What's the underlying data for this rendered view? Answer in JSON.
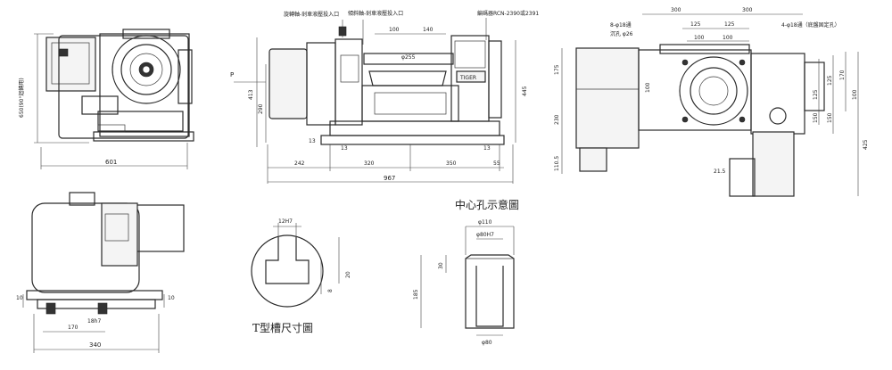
{
  "views": {
    "side_left": {
      "dims": {
        "width": "601",
        "height": "650(90°迴轉用)"
      }
    },
    "front": {
      "labels": {
        "tilt_axis_brake": "旋轉軸-剎車液壓投入口",
        "tilt_axis_brake2": "傾斜軸-剎車液壓投入口",
        "encoder": "編碼器RCN-2390或2391",
        "p_marker": "P",
        "brand": "TIGER"
      },
      "dims": {
        "total_width": "967",
        "seg_242": "242",
        "seg_320": "320",
        "seg_350": "350",
        "seg_55": "55",
        "top_100": "100",
        "top_140": "140",
        "phi_255": "φ255",
        "h_413": "413",
        "h_290": "290",
        "h_445": "445",
        "h_13": "13",
        "h_13b": "13",
        "h_13c": "13"
      }
    },
    "top_right": {
      "labels": {
        "hole_8": "8-φ18通",
        "counterbore": "沉孔 φ26",
        "hole_4": "4-φ18通（底盤固定孔）"
      },
      "dims": {
        "w_300a": "300",
        "w_300b": "300",
        "w_125a": "125",
        "w_125b": "125",
        "w_100a": "100",
        "w_100b": "100",
        "w_100c": "100",
        "h_175": "175",
        "h_230": "230",
        "h_110_5": "110.5",
        "h_125a": "125",
        "h_125b": "125",
        "h_150a": "150",
        "h_150b": "150",
        "h_170": "170",
        "h_100": "100",
        "h_425": "425",
        "h_21_5": "21.5"
      }
    },
    "bottom_left": {
      "dims": {
        "w_340": "340",
        "w_170": "170",
        "slot": "18h7",
        "side_10a": "10",
        "side_10b": "10"
      }
    },
    "tslot": {
      "title": "T型槽尺寸圖",
      "dims": {
        "w": "12H7",
        "h1": "8",
        "h2": "20"
      }
    },
    "center_hole": {
      "title": "中心孔示意圖",
      "dims": {
        "d1": "φ110",
        "d2": "φ80H7",
        "d3": "φ80",
        "h1": "30",
        "h2": "185"
      }
    }
  }
}
